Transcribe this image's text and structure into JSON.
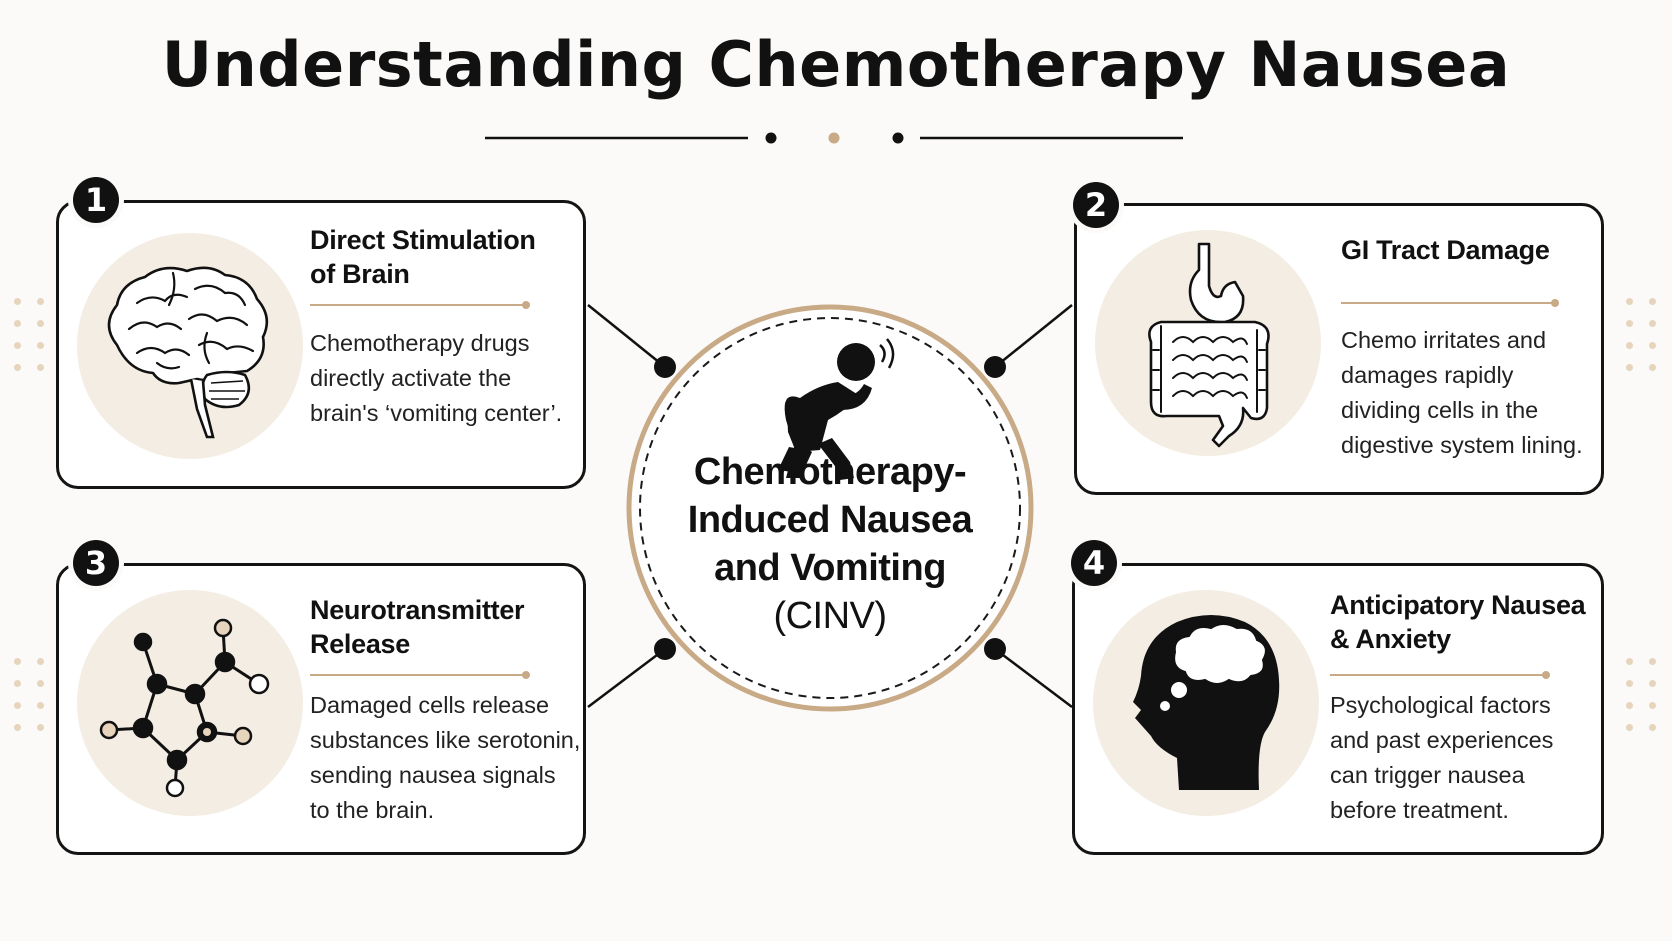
{
  "title": "Understanding Chemotherapy Nausea",
  "center": {
    "line1": "Chemotherapy-",
    "line2": "Induced Nausea",
    "line3": "and Vomiting",
    "line4": "(CINV)",
    "icon": "person-nauseous-icon"
  },
  "cards": [
    {
      "number": "1",
      "title_line1": "Direct Stimulation",
      "title_line2": "of Brain",
      "body": [
        "Chemotherapy drugs",
        "directly activate the",
        "brain's ‘vomiting center’."
      ],
      "icon": "brain-icon"
    },
    {
      "number": "2",
      "title_line1": "GI Tract Damage",
      "title_line2": "",
      "body": [
        "Chemo irritates and",
        "damages rapidly",
        "dividing cells in the",
        "digestive system lining."
      ],
      "icon": "digestive-tract-icon"
    },
    {
      "number": "3",
      "title_line1": "Neurotransmitter",
      "title_line2": "Release",
      "body": [
        "Damaged cells release",
        "substances like serotonin,",
        "sending nausea signals",
        "to the brain."
      ],
      "icon": "molecule-icon"
    },
    {
      "number": "4",
      "title_line1": "Anticipatory Nausea",
      "title_line2": "& Anxiety",
      "body": [
        "Psychological factors",
        "and past experiences",
        "can trigger nausea",
        "before treatment."
      ],
      "icon": "head-thought-bubble-icon"
    }
  ],
  "colors": {
    "accent": "#c8aa86",
    "icon_bg": "#f4ede3",
    "ink": "#111111"
  }
}
